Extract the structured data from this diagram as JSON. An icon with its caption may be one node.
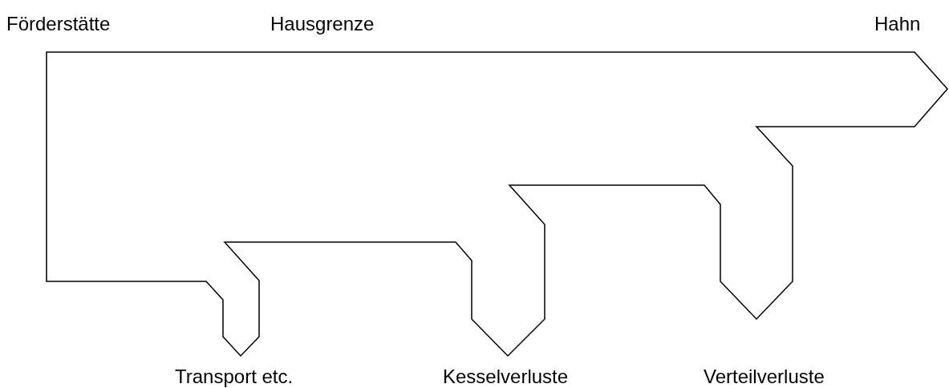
{
  "diagram": {
    "labels": [
      "Förderstätte",
      "Hausgrenze",
      "Hahn",
      "Transport etc.",
      "Kesselverluste",
      "Verteilverluste"
    ]
  }
}
